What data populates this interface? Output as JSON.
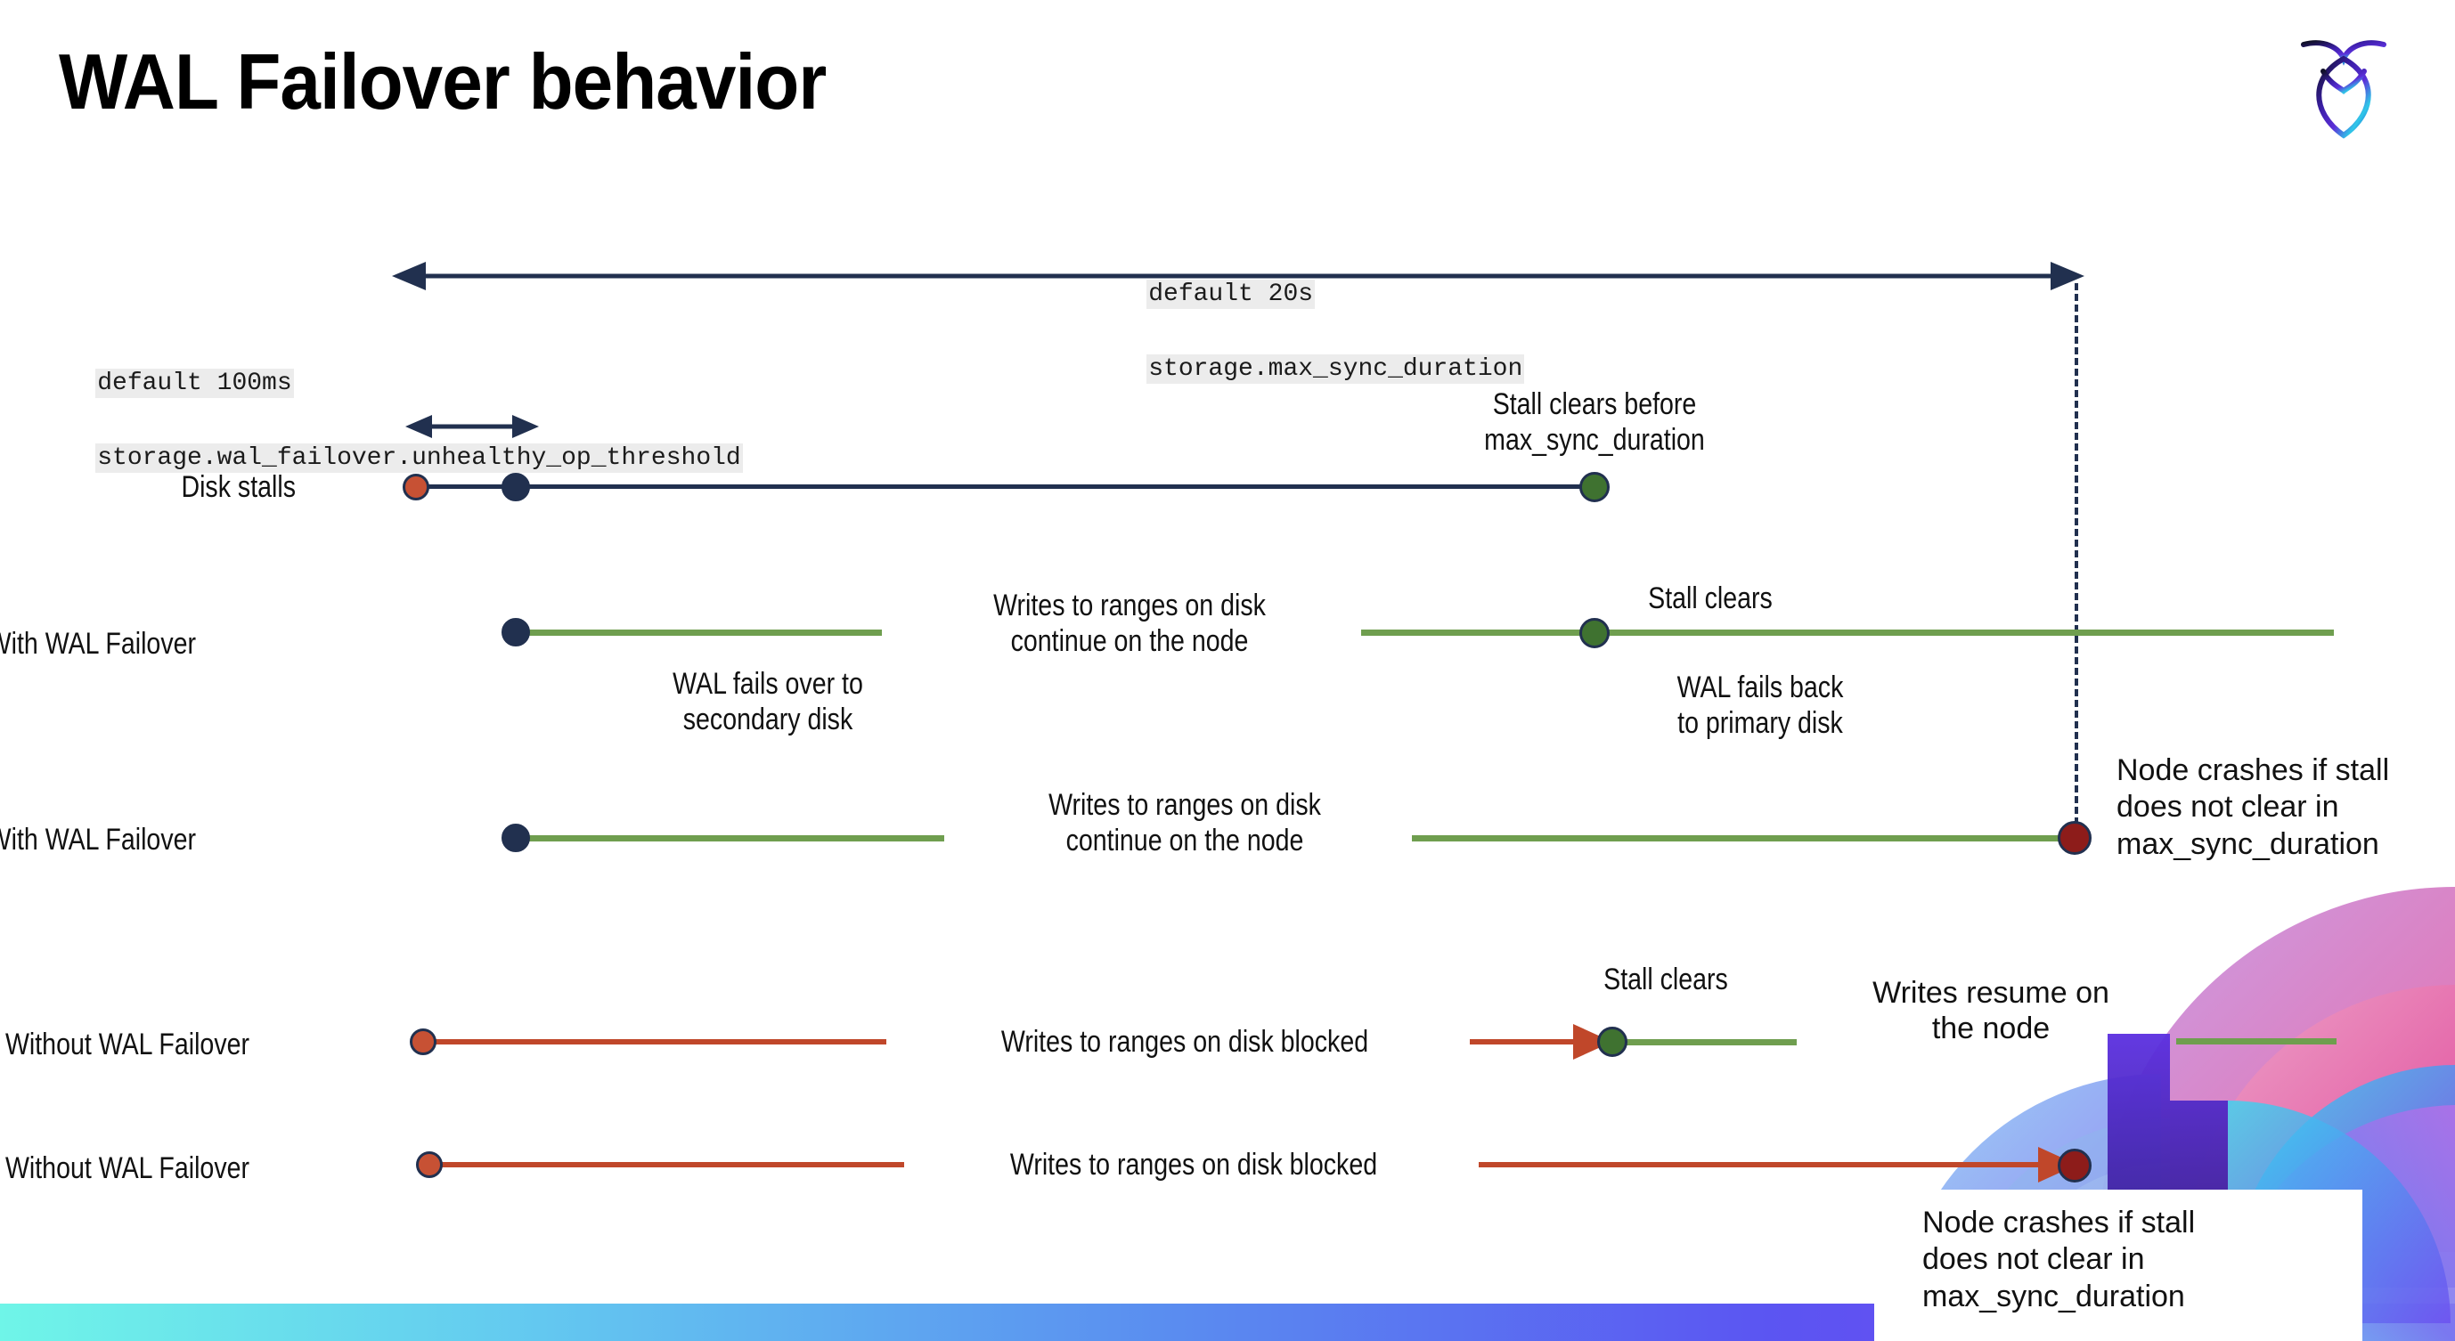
{
  "slide": {
    "title": "WAL Failover behavior",
    "logo_name": "cockroachdb-logo"
  },
  "annotations": {
    "max_sync": {
      "line1": "default 20s",
      "line2": "storage.max_sync_duration"
    },
    "unhealthy": {
      "line1": "default 100ms",
      "line2": "storage.wal_failover.unhealthy_op_threshold"
    }
  },
  "rows": [
    {
      "label": "Disk stalls",
      "above_right": "Stall clears before\nmax_sync_duration"
    },
    {
      "label": "With WAL Failover",
      "mid_text": "Writes to ranges on disk\ncontinue on the node",
      "below_start": "WAL fails over to\nsecondary disk",
      "above_clear": "Stall clears",
      "below_clear": "WAL fails  back\nto primary disk"
    },
    {
      "label": "With WAL Failover",
      "mid_text": "Writes to ranges on disk\ncontinue on the node",
      "right_note": "Node crashes if stall\ndoes not clear in\nmax_sync_duration"
    },
    {
      "label": "Without WAL Failover",
      "mid_text": "Writes to ranges on disk  blocked",
      "above_clear": "Stall clears",
      "right_text": "Writes resume on\nthe node"
    },
    {
      "label": "Without WAL Failover",
      "mid_text": "Writes to ranges on disk  blocked",
      "right_note": "Node crashes if stall\ndoes not clear in\nmax_sync_duration"
    }
  ],
  "colors": {
    "navy": "#21304f",
    "green": "#6f9e4f",
    "red_line": "#c0472a",
    "red_dot": "#c75134",
    "dark_red_dot": "#8d1c1a",
    "green_dot": "#3f7230",
    "code_bg": "#ececec",
    "bottom_bar_gradient": "#6ff5e8 -> #7b3ff2"
  }
}
